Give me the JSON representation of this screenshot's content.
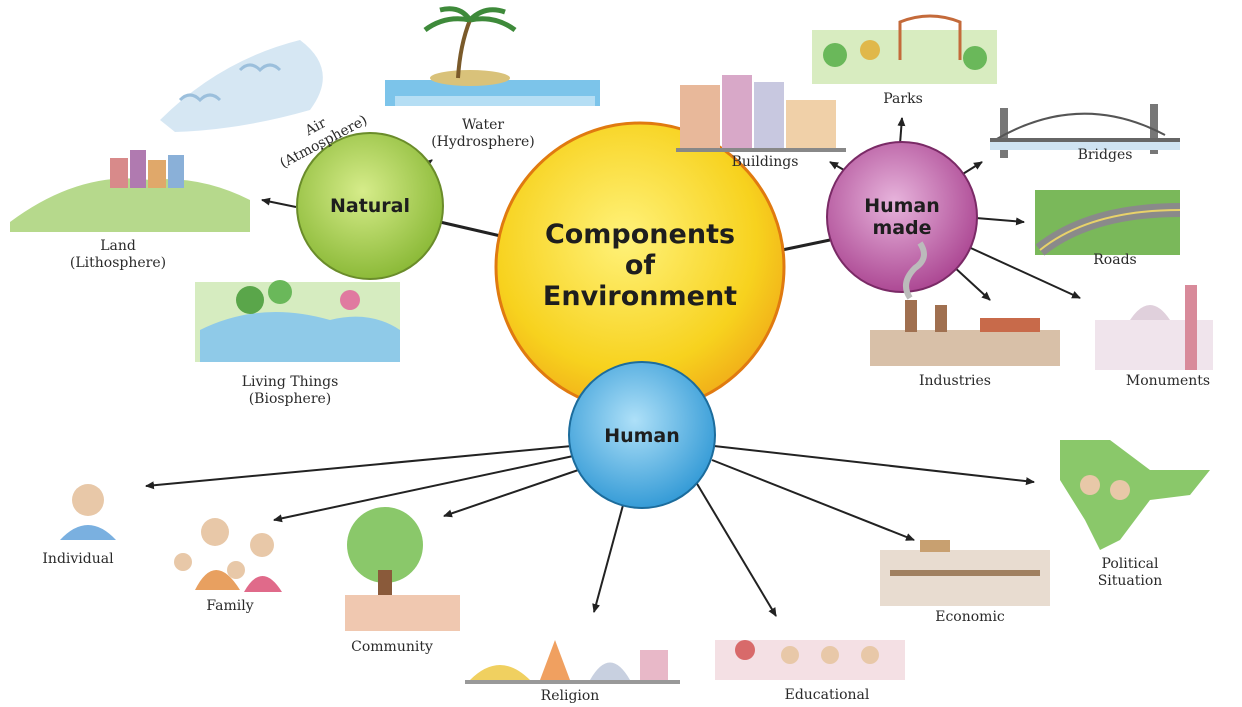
{
  "center": {
    "line1": "Components",
    "line2": "of",
    "line3": "Environment"
  },
  "hubs": {
    "natural": "Natural",
    "human_made": {
      "line1": "Human",
      "line2": "made"
    },
    "human": "Human"
  },
  "natural_items": {
    "air": {
      "line1": "Air",
      "line2": "(Atmosphere)"
    },
    "water": {
      "line1": "Water",
      "line2": "(Hydrosphere)"
    },
    "land": {
      "line1": "Land",
      "line2": "(Lithosphere)"
    },
    "living": {
      "line1": "Living Things",
      "line2": "(Biosphere)"
    }
  },
  "human_made_items": {
    "parks": "Parks",
    "buildings": "Buildings",
    "bridges": "Bridges",
    "roads": "Roads",
    "industries": "Industries",
    "monuments": "Monuments"
  },
  "human_items": {
    "individual": "Individual",
    "family": "Family",
    "community": "Community",
    "religion": "Religion",
    "educational": "Educational",
    "economic": "Economic",
    "political": {
      "line1": "Political",
      "line2": "Situation"
    }
  },
  "colors": {
    "center": "#f5d21a",
    "center_border": "#e07a10",
    "natural": "#9cc63e",
    "human_made": "#b0509a",
    "human": "#3aa6de",
    "arrow": "#222222"
  }
}
